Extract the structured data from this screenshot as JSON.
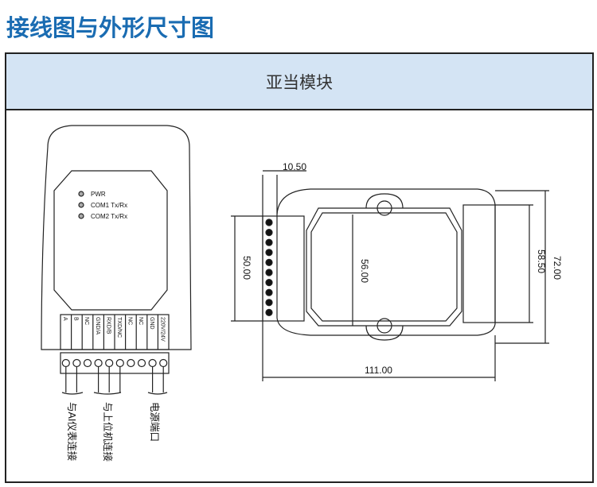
{
  "title": "接线图与外形尺寸图",
  "header": "亚当模块",
  "leds": [
    "PWR",
    "COM1 Tx/Rx",
    "COM2 Tx/Rx"
  ],
  "terminals": [
    "A",
    "B",
    "NC",
    "GND/A",
    "RXD/B",
    "TXD/NC",
    "NC",
    "NC",
    "GND",
    "220V/24V"
  ],
  "groups": [
    "与AI仪表连接",
    "与上位机连接",
    "电源端口"
  ],
  "dimensions": {
    "d1": "10.50",
    "d2": "50.00",
    "d3": "56.00",
    "d4": "58.50",
    "d5": "72.00",
    "d6": "111.00"
  }
}
